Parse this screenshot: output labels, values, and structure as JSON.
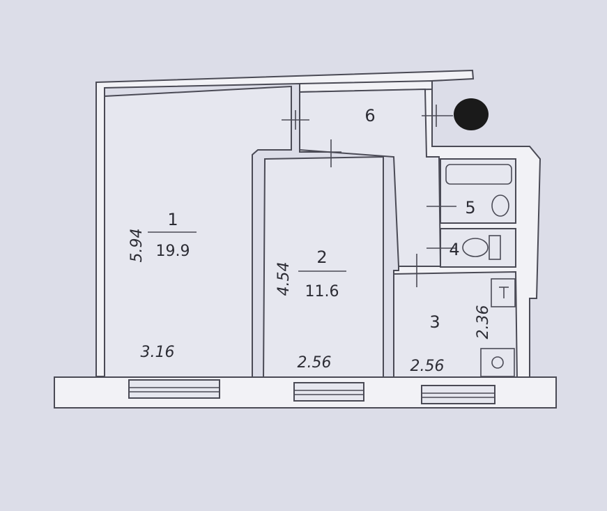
{
  "rooms": [
    {
      "number": "1",
      "area": "19.9",
      "width": "3.16",
      "length": "5.94"
    },
    {
      "number": "2",
      "area": "11.6",
      "width": "2.56",
      "length": "4.54"
    },
    {
      "number": "3",
      "width": "2.56",
      "length": "2.36"
    },
    {
      "number": "4"
    },
    {
      "number": "5"
    },
    {
      "number": "6"
    }
  ],
  "colors": {
    "background": "#dcdde8",
    "wall": "#4a4a55",
    "mark": "#1a1a1a"
  }
}
